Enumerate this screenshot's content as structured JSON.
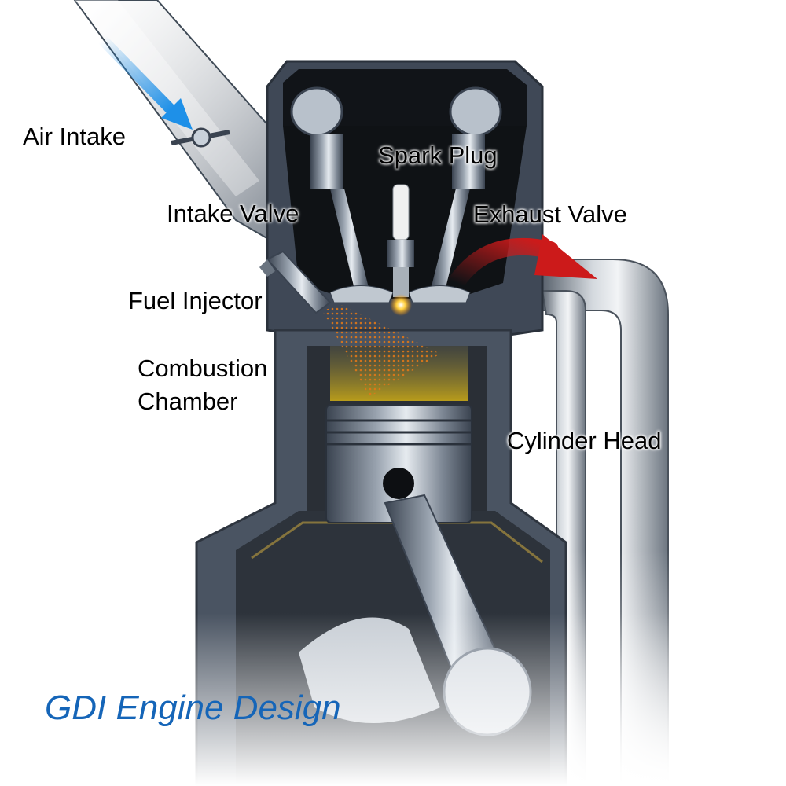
{
  "title": "GDI Engine Design",
  "labels": {
    "air_intake": "Air Intake",
    "intake_valve": "Intake Valve",
    "fuel_injector": "Fuel Injector",
    "combustion_chamber": "Combustion Chamber",
    "spark_plug": "Spark Plug",
    "exhaust_valve": "Exhaust Valve",
    "cylinder_head": "Cylinder Head"
  },
  "colors": {
    "title": "#1565b8",
    "intake_arrow": "#1e90e8",
    "exhaust_arrow": "#cc1a1a",
    "fuel_spray": "#e07818",
    "charge": "#c8a818"
  }
}
